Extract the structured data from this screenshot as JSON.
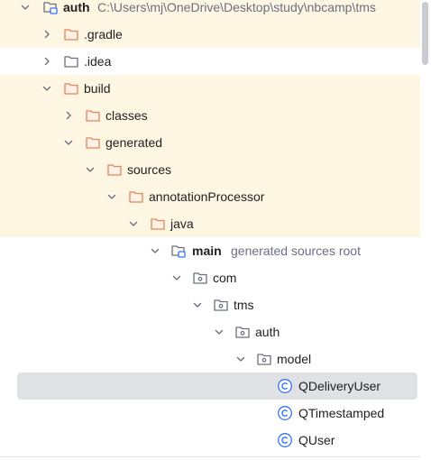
{
  "tree": {
    "items": [
      {
        "label": "auth",
        "hint": "C:\\Users\\mj\\OneDrive\\Desktop\\study\\nbcamp\\tms",
        "icon": "module-folder-icon",
        "expanded": true
      },
      {
        "label": ".gradle",
        "icon": "folder-icon",
        "expanded": false
      },
      {
        "label": ".idea",
        "icon": "folder-icon",
        "expanded": false
      },
      {
        "label": "build",
        "icon": "folder-icon",
        "expanded": true
      },
      {
        "label": "classes",
        "icon": "folder-icon",
        "expanded": false
      },
      {
        "label": "generated",
        "icon": "folder-icon",
        "expanded": true
      },
      {
        "label": "sources",
        "icon": "folder-icon",
        "expanded": true
      },
      {
        "label": "annotationProcessor",
        "icon": "folder-icon",
        "expanded": true
      },
      {
        "label": "java",
        "icon": "folder-icon",
        "expanded": true
      },
      {
        "label": "main",
        "hint": "generated sources root",
        "icon": "source-root-folder-icon",
        "expanded": true
      },
      {
        "label": "com",
        "icon": "package-icon",
        "expanded": true
      },
      {
        "label": "tms",
        "icon": "package-icon",
        "expanded": true
      },
      {
        "label": "auth",
        "icon": "package-icon",
        "expanded": true
      },
      {
        "label": "model",
        "icon": "package-icon",
        "expanded": true
      },
      {
        "label": "QDeliveryUser",
        "icon": "class-icon",
        "selected": true
      },
      {
        "label": "QTimestamped",
        "icon": "class-icon"
      },
      {
        "label": "QUser",
        "icon": "class-icon"
      }
    ]
  },
  "colors": {
    "excluded_highlight": "#fdf6e3",
    "selection": "#dfe1e5",
    "folder_orange": "#e08855",
    "class_blue": "#3574f0",
    "text": "#1f1f1f",
    "hint_gray": "#6c707e"
  }
}
